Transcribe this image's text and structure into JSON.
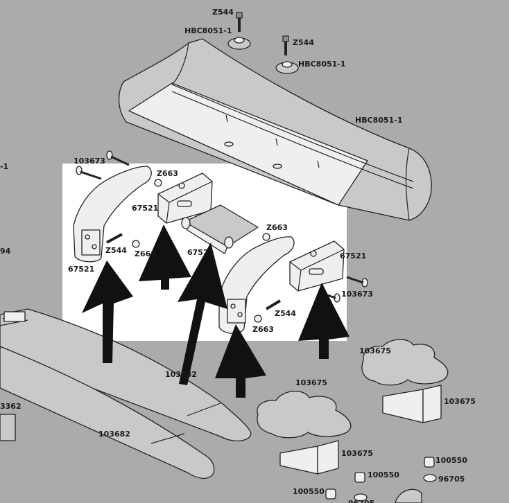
{
  "background_color": "#ababab",
  "highlight_color": "#ffffff",
  "arrow_color": "#111111",
  "labels": {
    "z544_top": "Z544",
    "hbc_cap_left": "HBC8051-1",
    "z544_right": "Z544",
    "hbc_cap_right": "HBC8051-1",
    "hbc_wing": "HBC8051-1",
    "left_edge_1": "-1",
    "left_edge_94": "94",
    "screw_103673_left": "103673",
    "z663_a": "Z663",
    "mount_67521_a": "67521",
    "z663_b": "Z663",
    "z544_mid": "Z544",
    "z663_c": "Z663",
    "mount_67521_b": "67521",
    "mount_67521_c": "67521",
    "mount_67521_d": "67521",
    "screw_103673_right": "103673",
    "z544_low": "Z544",
    "z663_d": "Z663",
    "strap_103682_a": "103682",
    "strap_103682_b": "103682",
    "left_3362": "3362",
    "pad_103675_a": "103675",
    "pad_103675_b": "103675",
    "pad_103675_c": "103675",
    "pad_103675_d": "103675",
    "part_100550_a": "100550",
    "part_96705_a": "96705",
    "part_100550_b": "100550",
    "part_100550_c": "100550",
    "part_96705_b": "96705"
  },
  "icons": [
    "arrow-up-icon",
    "screw-icon",
    "washer-icon",
    "nut-icon"
  ]
}
